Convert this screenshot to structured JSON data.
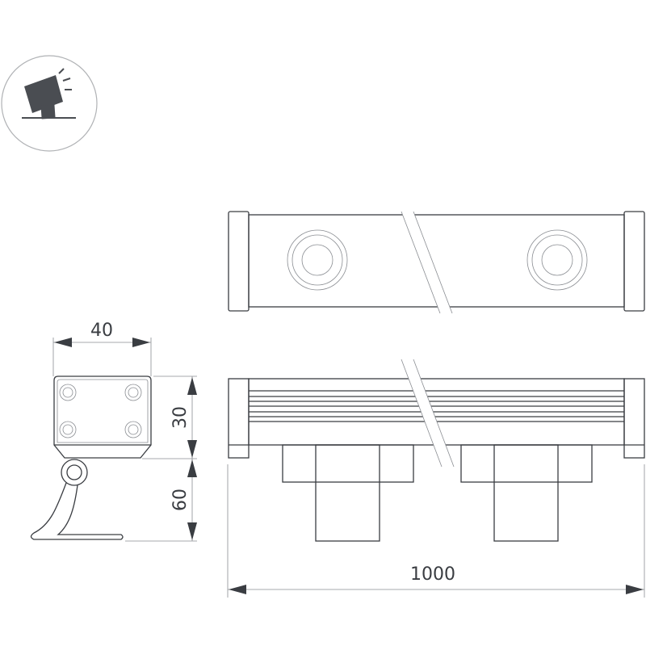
{
  "icon": {
    "name": "wall-washer-mount-icon",
    "color": "#4a4d52"
  },
  "dimensions": {
    "width": "40",
    "height_body": "30",
    "height_bracket": "60",
    "length": "1000"
  },
  "colors": {
    "line": "#3a3d42",
    "extension": "#8a8d92"
  }
}
